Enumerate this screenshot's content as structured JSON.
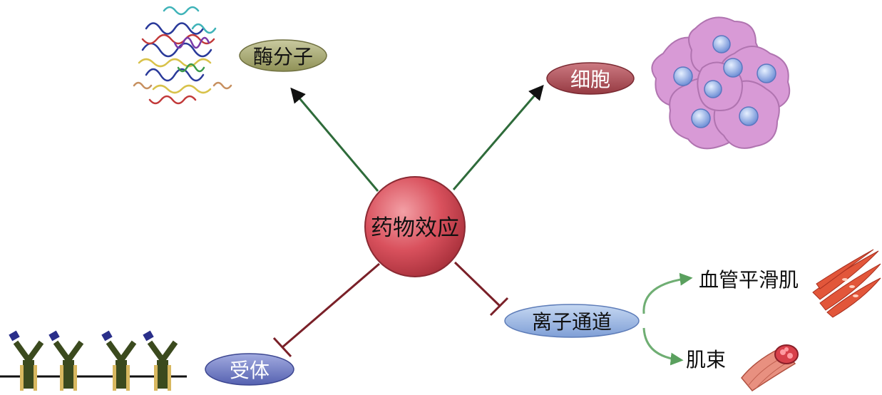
{
  "center": {
    "label": "药物效应",
    "color": "#d9515d"
  },
  "nodes": {
    "enzyme": {
      "label": "酶分子",
      "color": "#a3a568"
    },
    "cell": {
      "label": "细胞",
      "color": "#ad4a52"
    },
    "receptor": {
      "label": "受体",
      "color": "#6b78c4"
    },
    "channel": {
      "label": "离子通道",
      "color": "#8fb0e0"
    }
  },
  "targets": {
    "smooth_muscle": "血管平滑肌",
    "muscle_bundle": "肌束"
  },
  "colors": {
    "activate_line": "#2e6b3a",
    "inhibit_line": "#7a2028",
    "branch_arrow": "#6fae73"
  }
}
